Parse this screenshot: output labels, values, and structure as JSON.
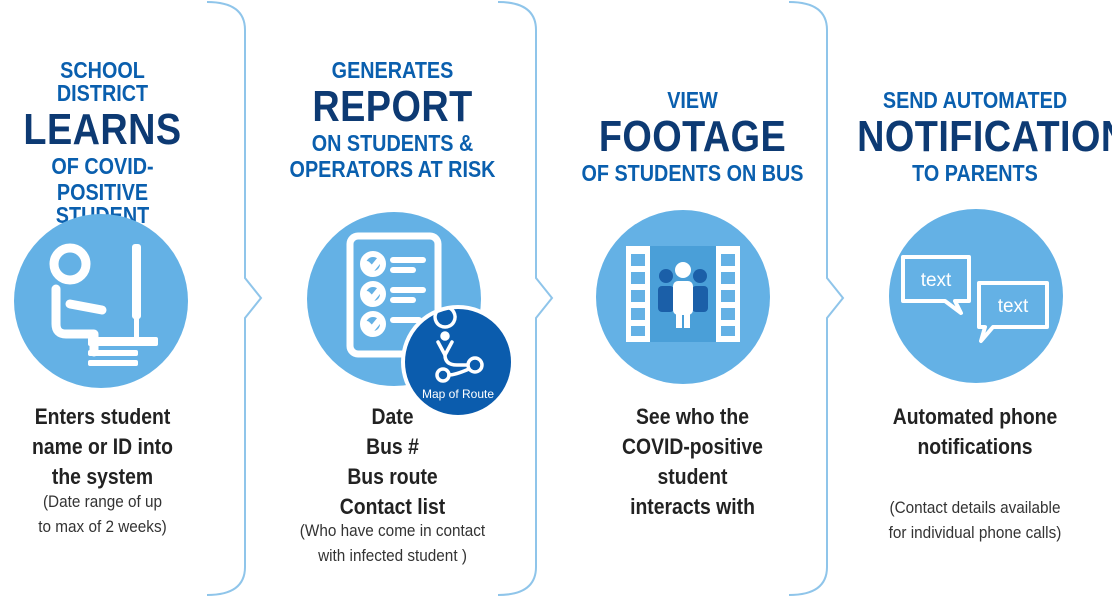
{
  "steps": [
    {
      "heading_top": "SCHOOL DISTRICT",
      "heading_big": "LEARNS",
      "heading_bottom_1": "OF COVID-",
      "heading_bottom_2": "POSITIVE STUDENT",
      "icon": "person-at-computer-icon",
      "body_lines": [
        "Enters student",
        "name or ID into",
        "the system"
      ],
      "note_lines": [
        "(Date range of up",
        "to max of 2 weeks)"
      ]
    },
    {
      "heading_top": "GENERATES",
      "heading_big": "REPORT",
      "heading_bottom_1": "ON STUDENTS &",
      "heading_bottom_2": "OPERATORS AT RISK",
      "icon": "checklist-icon",
      "badge_icon": "route-map-icon",
      "badge_label": "Map of Route",
      "body_lines": [
        "Date",
        "Bus #",
        "Bus route",
        "Contact list"
      ],
      "note_lines": [
        "(Who have come in contact",
        "with infected student )"
      ]
    },
    {
      "heading_top": "VIEW",
      "heading_big": "FOOTAGE",
      "heading_bottom_1": "OF STUDENTS ON BUS",
      "icon": "video-footage-icon",
      "body_lines": [
        "See who the",
        "COVID-positive",
        "student",
        "interacts with"
      ]
    },
    {
      "heading_top": "SEND AUTOMATED",
      "heading_big": "NOTIFICATIONS",
      "heading_bottom_1": "TO PARENTS",
      "icon": "text-messages-icon",
      "bubble_1": "text",
      "bubble_2": "text",
      "body_lines": [
        "Automated phone",
        "notifications"
      ],
      "note_lines": [
        "(Contact details available",
        "for individual phone calls)"
      ]
    }
  ],
  "colors": {
    "heading_blue": "#0a5fae",
    "heading_dark": "#0d3a73",
    "circle": "#64b1e5",
    "badge": "#0b5cad",
    "divider": "#8fc5ea"
  }
}
